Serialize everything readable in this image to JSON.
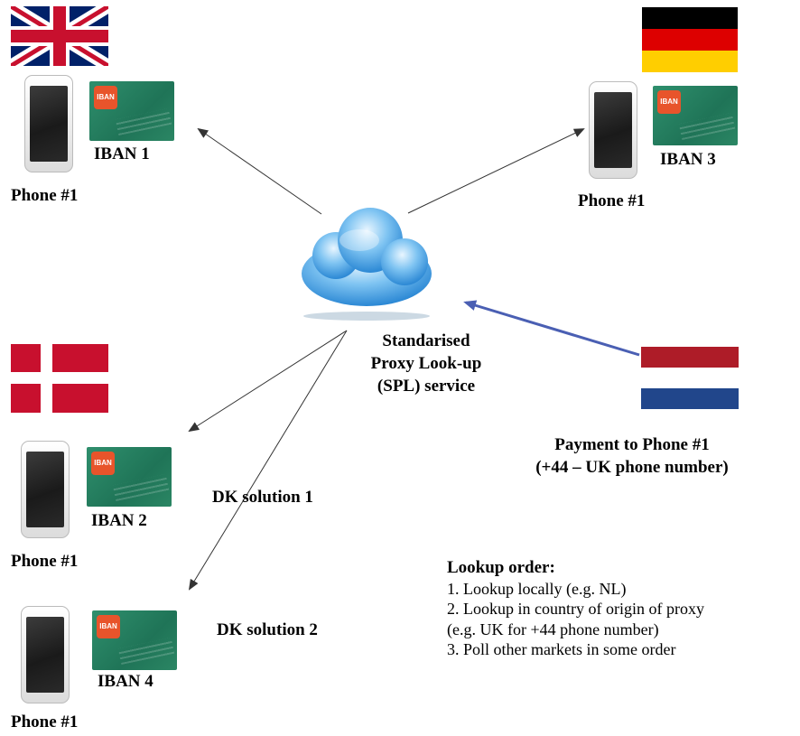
{
  "cloud": {
    "label_lines": [
      "Standarised",
      "Proxy Look-up",
      "(SPL) service"
    ]
  },
  "nodes": {
    "uk": {
      "flag": "uk-flag",
      "iban": "IBAN 1",
      "phone": "Phone #1",
      "card_text": "IBAN"
    },
    "de": {
      "flag": "germany-flag",
      "iban": "IBAN 3",
      "phone": "Phone #1",
      "card_text": "IBAN"
    },
    "dk1": {
      "flag": "denmark-flag",
      "iban": "IBAN 2",
      "phone": "Phone #1",
      "card_text": "IBAN",
      "solution": "DK solution 1"
    },
    "dk2": {
      "iban": "IBAN 4",
      "phone": "Phone #1",
      "card_text": "IBAN",
      "solution": "DK solution 2"
    }
  },
  "payment": {
    "flag": "netherlands-flag",
    "line1": "Payment to Phone #1",
    "line2": "(+44 – UK phone number)"
  },
  "lookup_order": {
    "title": "Lookup order:",
    "items": [
      "1. Lookup locally (e.g. NL)",
      "2. Lookup in country of origin of proxy",
      "(e.g. UK for +44 phone number)",
      "3. Poll other markets in some order"
    ]
  },
  "colors": {
    "arrow": "#333333",
    "payment_arrow": "#4a5fb3",
    "nl_red": "#ae1c28",
    "nl_blue": "#21468b",
    "dk_red": "#c8102e",
    "uk_blue": "#012169",
    "uk_red": "#c8102e",
    "de_black": "#000000",
    "de_red": "#dd0000",
    "de_gold": "#ffce00",
    "card_green": "#27805f",
    "iban_badge": "#e8542b"
  }
}
